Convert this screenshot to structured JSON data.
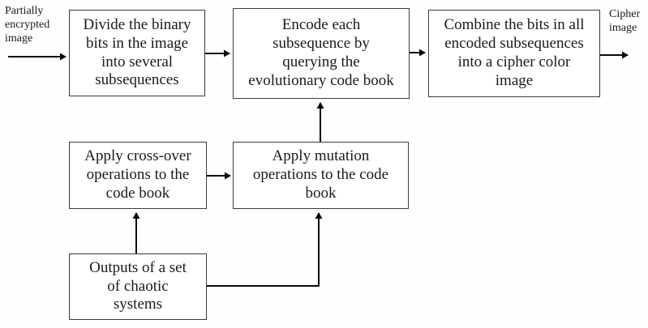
{
  "diagram": {
    "labels": {
      "input": "Partially\nencrypted\nimage",
      "output": "Cipher\nimage"
    },
    "boxes": [
      {
        "id": "divide-bits",
        "text": "Divide the binary\nbits in the image\ninto several\nsubsequences"
      },
      {
        "id": "encode-subseq",
        "text": "Encode each\nsubsequence by\nquerying the\nevolutionary code book"
      },
      {
        "id": "combine-bits",
        "text": "Combine the bits in all\nencoded subsequences\ninto a cipher color\nimage"
      },
      {
        "id": "crossover-ops",
        "text": "Apply cross-over\noperations to the\ncode book"
      },
      {
        "id": "mutation-ops",
        "text": "Apply mutation\noperations to the code\nbook"
      },
      {
        "id": "chaotic-outputs",
        "text": "Outputs of a set\nof chaotic\nsystems"
      }
    ],
    "colors": {
      "box_border": "#3b3b3b",
      "box_background": "#ffffff",
      "text": "#1a1a1a",
      "arrow": "#0a0a0a",
      "page_background": "#fefefe"
    }
  }
}
